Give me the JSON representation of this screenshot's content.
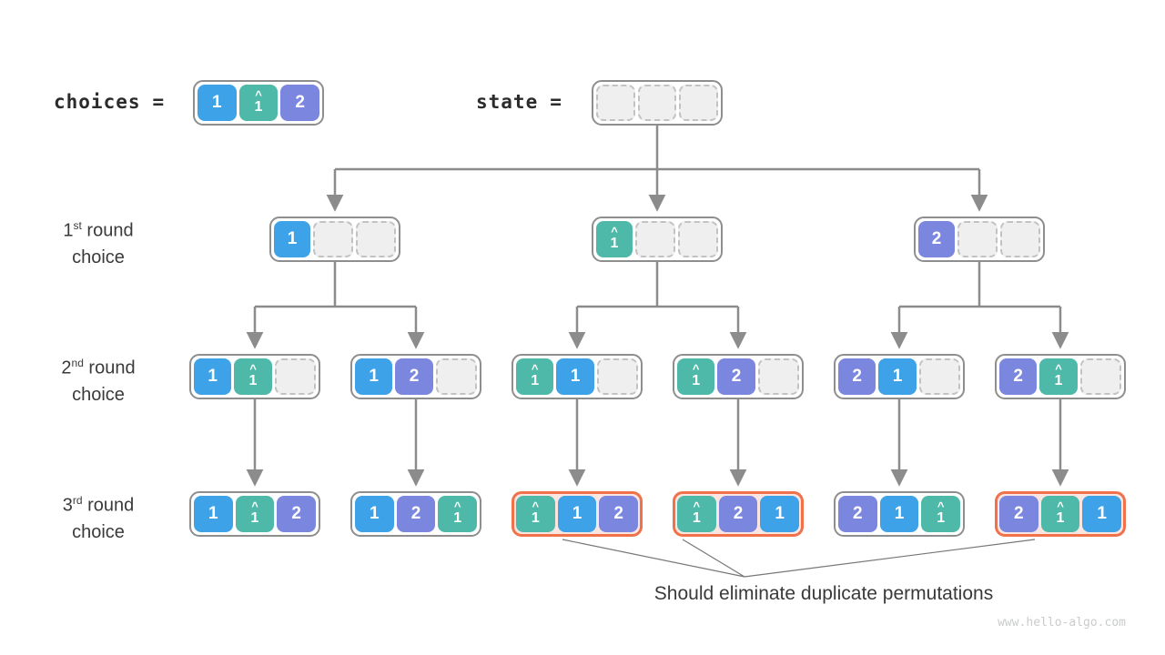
{
  "colors": {
    "blue": "#3da2e7",
    "teal": "#4fb9a9",
    "indigo": "#7b86df",
    "empty_fill": "#efefef",
    "empty_border": "#c2c2c2",
    "box_border": "#8e8e8e",
    "connector": "#8c8c8c",
    "fanline": "#777777",
    "highlight_border": "#f0714a",
    "highlight_fill": "#fbe5e1",
    "label_dark": "#2b2b2b",
    "label_text": "#3a3a3a",
    "watermark": "#c9cbcc"
  },
  "header": {
    "choices_label": "choices",
    "choices_eq": "=",
    "state_label": "state",
    "state_eq": "=",
    "choices_cells": [
      "1",
      "1̂",
      "2"
    ],
    "state_cells": [
      "",
      "",
      ""
    ]
  },
  "round_labels": [
    {
      "num": "1",
      "suffix": "st",
      "rest": " round",
      "line2": "choice"
    },
    {
      "num": "2",
      "suffix": "nd",
      "rest": " round",
      "line2": "choice"
    },
    {
      "num": "3",
      "suffix": "rd",
      "rest": " round",
      "line2": "choice"
    }
  ],
  "tree": {
    "round1": [
      {
        "cells": [
          "1",
          "",
          ""
        ]
      },
      {
        "cells": [
          "1̂",
          "",
          ""
        ]
      },
      {
        "cells": [
          "2",
          "",
          ""
        ]
      }
    ],
    "round2": [
      {
        "cells": [
          "1",
          "1̂",
          ""
        ]
      },
      {
        "cells": [
          "1",
          "2",
          ""
        ]
      },
      {
        "cells": [
          "1̂",
          "1",
          ""
        ]
      },
      {
        "cells": [
          "1̂",
          "2",
          ""
        ]
      },
      {
        "cells": [
          "2",
          "1",
          ""
        ]
      },
      {
        "cells": [
          "2",
          "1̂",
          ""
        ]
      }
    ],
    "round3": [
      {
        "cells": [
          "1",
          "1̂",
          "2"
        ],
        "highlight": false
      },
      {
        "cells": [
          "1",
          "2",
          "1̂"
        ],
        "highlight": false
      },
      {
        "cells": [
          "1̂",
          "1",
          "2"
        ],
        "highlight": true
      },
      {
        "cells": [
          "1̂",
          "2",
          "1"
        ],
        "highlight": true
      },
      {
        "cells": [
          "2",
          "1",
          "1̂"
        ],
        "highlight": false
      },
      {
        "cells": [
          "2",
          "1̂",
          "1"
        ],
        "highlight": true
      }
    ]
  },
  "annotation": "Should eliminate duplicate permutations",
  "watermark": "www.hello-algo.com"
}
